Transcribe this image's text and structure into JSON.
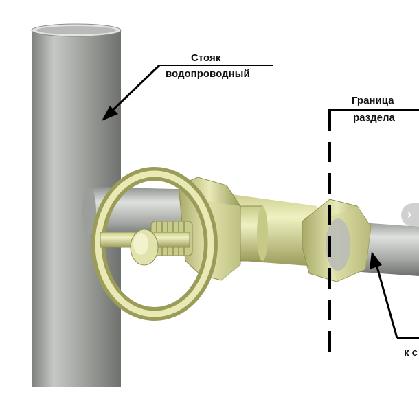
{
  "labels": {
    "riser_line1": "Стояк",
    "riser_line2": "водопроводный",
    "border_line1": "Граница",
    "border_line2": "раздела",
    "to_partial": "к с"
  },
  "icons": {
    "next": "chevron-right-icon"
  },
  "colors": {
    "pipe": "#a9aba8",
    "brass": "#d7d99a",
    "line": "#000000"
  }
}
